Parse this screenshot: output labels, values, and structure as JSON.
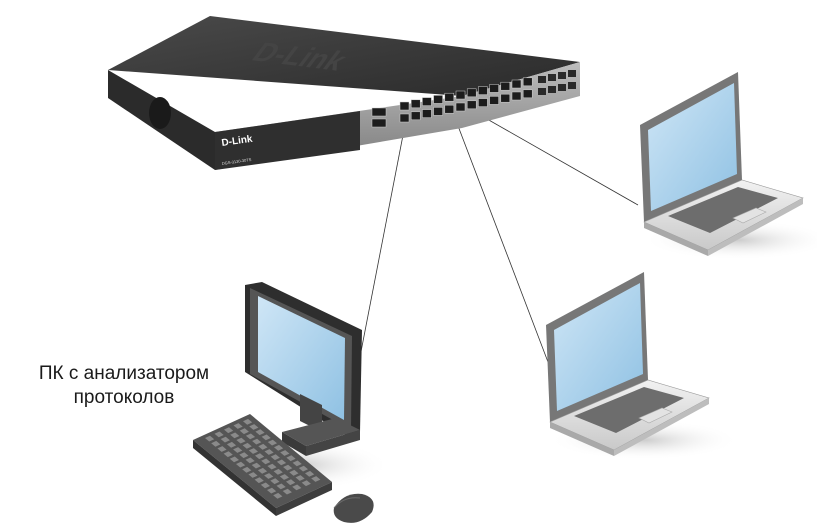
{
  "switch": {
    "brand": "D-Link",
    "model": "DGS-3130-30TS"
  },
  "pc": {
    "caption_line1": "ПК с анализатором",
    "caption_line2": "протоколов"
  },
  "devices": [
    {
      "id": "switch",
      "type": "managed switch"
    },
    {
      "id": "pc-analyzer",
      "type": "desktop pc"
    },
    {
      "id": "laptop-1",
      "type": "laptop"
    },
    {
      "id": "laptop-2",
      "type": "laptop"
    }
  ],
  "connections": [
    {
      "from": "switch",
      "to": "pc-analyzer"
    },
    {
      "from": "switch",
      "to": "laptop-1"
    },
    {
      "from": "switch",
      "to": "laptop-2"
    }
  ],
  "colors": {
    "screen": "#aed4ec",
    "body": "#e6e6e6",
    "dark": "#3a3a3a",
    "cable": "#333333"
  }
}
